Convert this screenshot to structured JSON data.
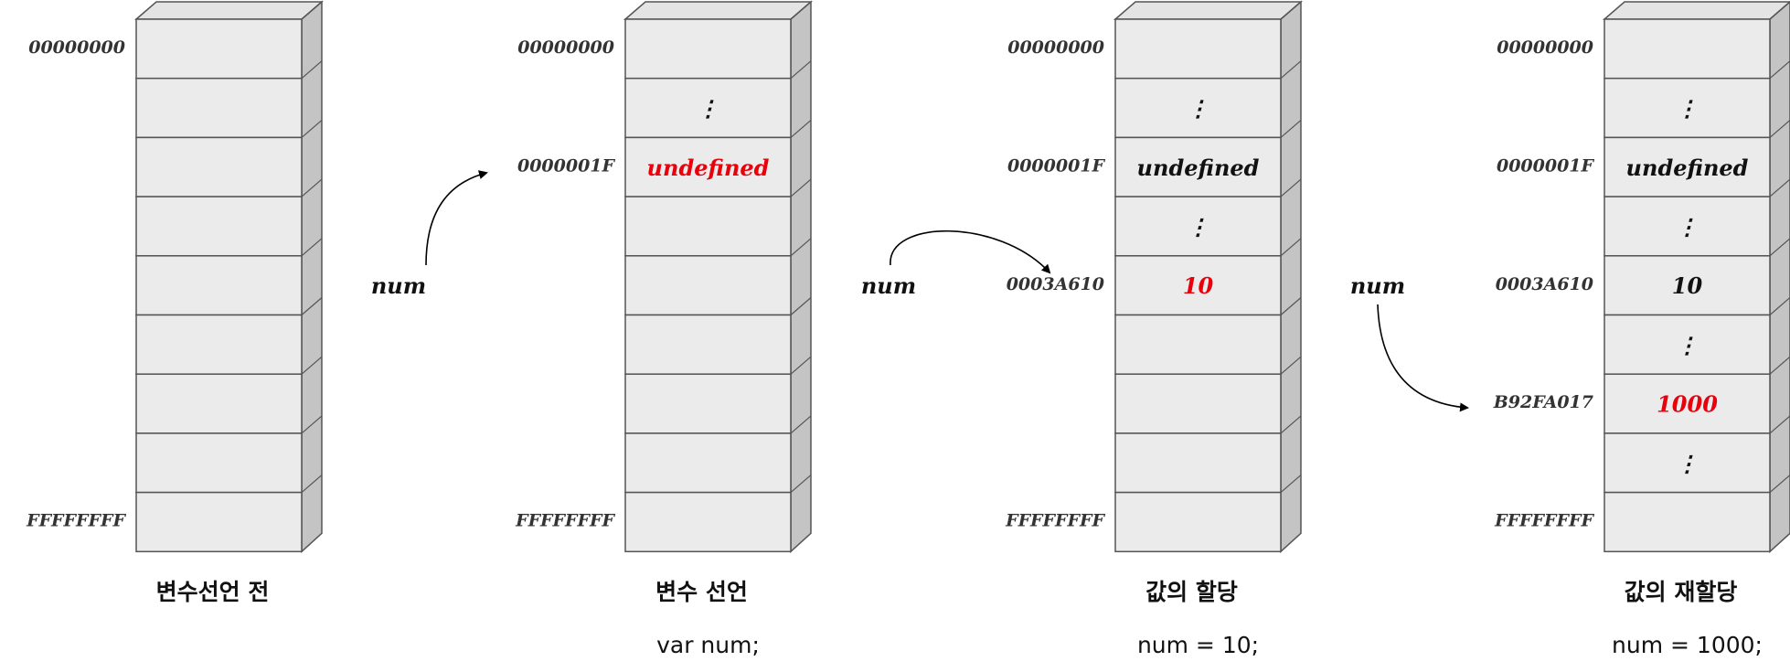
{
  "colors": {
    "cell_fill": "#ebebeb",
    "cell_stroke": "#555555",
    "side_fill": "#c4c4c4",
    "top_fill": "#e4e4e4",
    "highlight": "#e8000b",
    "text": "#111111"
  },
  "panels": [
    {
      "title": "변수선언 전",
      "code": "",
      "cells": [
        {
          "text": "",
          "addr": "00000000",
          "highlight": false
        },
        {
          "text": "",
          "addr": "",
          "highlight": false
        },
        {
          "text": "",
          "addr": "",
          "highlight": false
        },
        {
          "text": "",
          "addr": "",
          "highlight": false
        },
        {
          "text": "",
          "addr": "",
          "highlight": false
        },
        {
          "text": "",
          "addr": "",
          "highlight": false
        },
        {
          "text": "",
          "addr": "",
          "highlight": false
        },
        {
          "text": "",
          "addr": "",
          "highlight": false
        },
        {
          "text": "",
          "addr": "FFFFFFFF",
          "highlight": false
        }
      ],
      "pointer": null
    },
    {
      "title": "변수 선언",
      "code": "var num;",
      "cells": [
        {
          "text": "",
          "addr": "00000000",
          "highlight": false
        },
        {
          "text": "⋮",
          "addr": "",
          "highlight": false
        },
        {
          "text": "undefined",
          "addr": "0000001F",
          "highlight": true
        },
        {
          "text": "",
          "addr": "",
          "highlight": false
        },
        {
          "text": "",
          "addr": "",
          "highlight": false
        },
        {
          "text": "",
          "addr": "",
          "highlight": false
        },
        {
          "text": "",
          "addr": "",
          "highlight": false
        },
        {
          "text": "",
          "addr": "",
          "highlight": false
        },
        {
          "text": "",
          "addr": "FFFFFFFF",
          "highlight": false
        }
      ],
      "pointer": {
        "label": "num",
        "target_cell": 2
      }
    },
    {
      "title": "값의 할당",
      "code": "num = 10;",
      "cells": [
        {
          "text": "",
          "addr": "00000000",
          "highlight": false
        },
        {
          "text": "⋮",
          "addr": "",
          "highlight": false
        },
        {
          "text": "undefined",
          "addr": "0000001F",
          "highlight": false
        },
        {
          "text": "⋮",
          "addr": "",
          "highlight": false
        },
        {
          "text": "10",
          "addr": "0003A610",
          "highlight": true
        },
        {
          "text": "",
          "addr": "",
          "highlight": false
        },
        {
          "text": "",
          "addr": "",
          "highlight": false
        },
        {
          "text": "",
          "addr": "",
          "highlight": false
        },
        {
          "text": "",
          "addr": "FFFFFFFF",
          "highlight": false
        }
      ],
      "pointer": {
        "label": "num",
        "target_cell": 4
      }
    },
    {
      "title": "값의 재할당",
      "code": "num = 1000;",
      "cells": [
        {
          "text": "",
          "addr": "00000000",
          "highlight": false
        },
        {
          "text": "⋮",
          "addr": "",
          "highlight": false
        },
        {
          "text": "undefined",
          "addr": "0000001F",
          "highlight": false
        },
        {
          "text": "⋮",
          "addr": "",
          "highlight": false
        },
        {
          "text": "10",
          "addr": "0003A610",
          "highlight": false
        },
        {
          "text": "⋮",
          "addr": "",
          "highlight": false
        },
        {
          "text": "1000",
          "addr": "B92FA017",
          "highlight": true
        },
        {
          "text": "⋮",
          "addr": "",
          "highlight": false
        },
        {
          "text": "",
          "addr": "FFFFFFFF",
          "highlight": false
        }
      ],
      "pointer": {
        "label": "num",
        "target_cell": 6
      }
    }
  ]
}
